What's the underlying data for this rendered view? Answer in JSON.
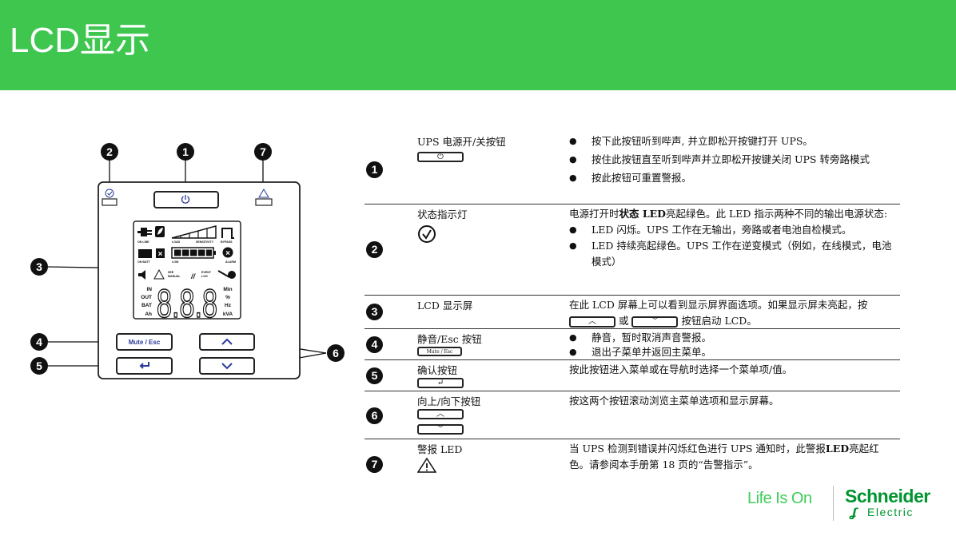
{
  "header": {
    "title": "LCD显示",
    "color": "#3ec64f"
  },
  "diagram": {
    "callouts": [
      "1",
      "2",
      "3",
      "4",
      "5",
      "6",
      "7"
    ],
    "lcd": {
      "on_line": "ON LINE",
      "load": "LOAD",
      "sensitivity": "SENSITIVITY",
      "bypass": "BYPASS",
      "on_batt": "ON BATT",
      "low": "LOW",
      "alarm": "ALARM",
      "see": "SEE",
      "manual": "MANUAL",
      "slashes": "//",
      "event": "EVENT",
      "log": "LOG",
      "left_units": [
        "IN",
        "OUT",
        "BAT",
        "Ah"
      ],
      "right_units": [
        "Min",
        "%",
        "Hz",
        "kVA"
      ],
      "digits": "8.8.8"
    },
    "mute_label": "Mute / Esc"
  },
  "table": {
    "rows": [
      {
        "num": "1",
        "label": "UPS 电源开/关按钮",
        "icon": "power-button-icon",
        "bullets": [
          "按下此按钮听到哔声, 并立即松开按键打开 UPS。",
          "按住此按钮直至听到哔声并立即松开按键关闭 UPS 转旁路模式",
          "按此按钮可重置警报。"
        ]
      },
      {
        "num": "2",
        "label": "状态指示灯",
        "icon": "check-circle-icon",
        "para_a": "电源打开时",
        "para_bold": "状态 LED",
        "para_b": "亮起绿色。此 LED 指示两种不同的输出电源状态:",
        "bullets": [
          "LED 闪烁。UPS 工作在无输出，旁路或者电池自检模式。",
          "LED 持续亮起绿色。UPS 工作在逆变模式（例如，在线模式，电池模式）"
        ]
      },
      {
        "num": "3",
        "label": "LCD 显示屏",
        "para_a": "在此 LCD 屏幕上可以看到显示屏界面选项。如果显示屏未亮起，按",
        "para_or": "或",
        "para_b": "按钮启动 LCD。"
      },
      {
        "num": "4",
        "label": "静音/Esc 按钮",
        "btn": "Mute / Esc",
        "bullets": [
          "静音，暂时取消声音警报。",
          "退出子菜单并返回主菜单。"
        ]
      },
      {
        "num": "5",
        "label": "确认按钮",
        "icon": "enter-icon",
        "para": "按此按钮进入菜单或在导航时选择一个菜单项/值。"
      },
      {
        "num": "6",
        "label": "向上/向下按钮",
        "para": "按这两个按钮滚动浏览主菜单选项和显示屏幕。"
      },
      {
        "num": "7",
        "label": "警报 LED",
        "icon": "warning-icon",
        "para_a": "当 UPS 检测到错误并闪烁红色进行 UPS 通知时，此警报",
        "para_bold": "LED",
        "para_b": "亮起红色。请参阅本手册第 18 页的“告警指示”。"
      }
    ]
  },
  "logo": {
    "tagline": "Life Is On",
    "brand": "Schneider",
    "brand_sub": "Electric",
    "color": "#009530"
  }
}
